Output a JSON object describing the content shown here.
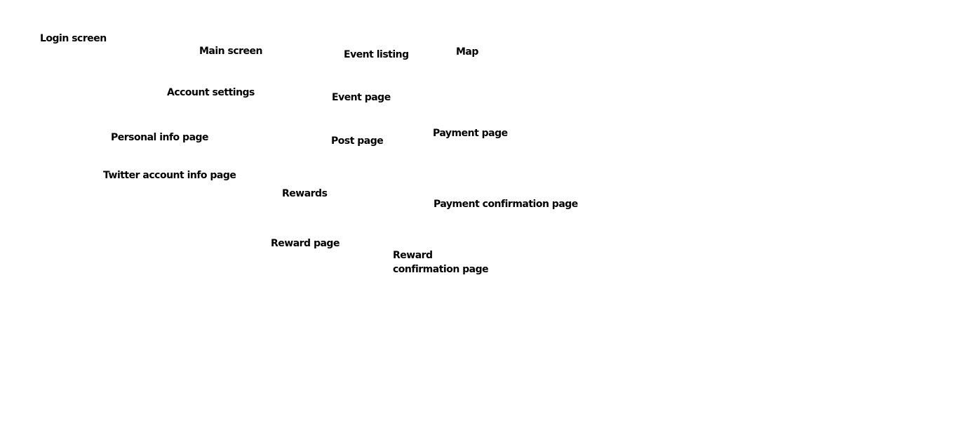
{
  "diagram": {
    "nodes": {
      "login_screen": "Login screen",
      "main_screen": "Main screen",
      "event_listing": "Event listing",
      "map": "Map",
      "account_settings": "Account settings",
      "event_page": "Event page",
      "payment_page": "Payment page",
      "personal_info_page": "Personal info page",
      "post_page": "Post page",
      "twitter_account_info_page": "Twitter account info page",
      "rewards": "Rewards",
      "payment_confirmation_page": "Payment confirmation page",
      "reward_page": "Reward page",
      "reward_confirmation_page": {
        "line1": "Reward",
        "line2": "confirmation page"
      }
    }
  }
}
